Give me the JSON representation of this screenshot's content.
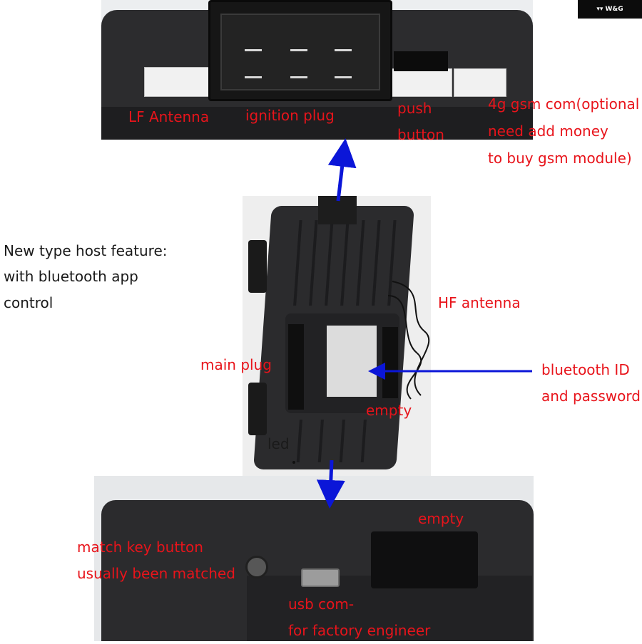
{
  "brand": {
    "logo_text": "W&G"
  },
  "feature_note": {
    "line1": "New type host feature:",
    "line2": "with bluetooth app",
    "line3": "control"
  },
  "labels": {
    "lf_antenna": "LF Antenna",
    "ignition_plug": "ignition plug",
    "push_button_1": "push",
    "push_button_2": "button",
    "gsm_1": "4g gsm com(optional",
    "gsm_2": "need add money",
    "gsm_3": "to buy gsm module)",
    "hf_antenna": "HF antenna",
    "main_plug": "main plug",
    "bluetooth_1": "bluetooth ID",
    "bluetooth_2": "and password",
    "empty_mid": "empty",
    "led": "led",
    "empty_bottom": "empty",
    "match_key_1": "match key button",
    "match_key_2": "usually been matched",
    "usb_1": "usb com-",
    "usb_2": "for factory engineer"
  },
  "colors": {
    "annotation_red": "#e8141b",
    "arrow_blue": "#0b16d8",
    "note_text": "#1a1a1a"
  }
}
